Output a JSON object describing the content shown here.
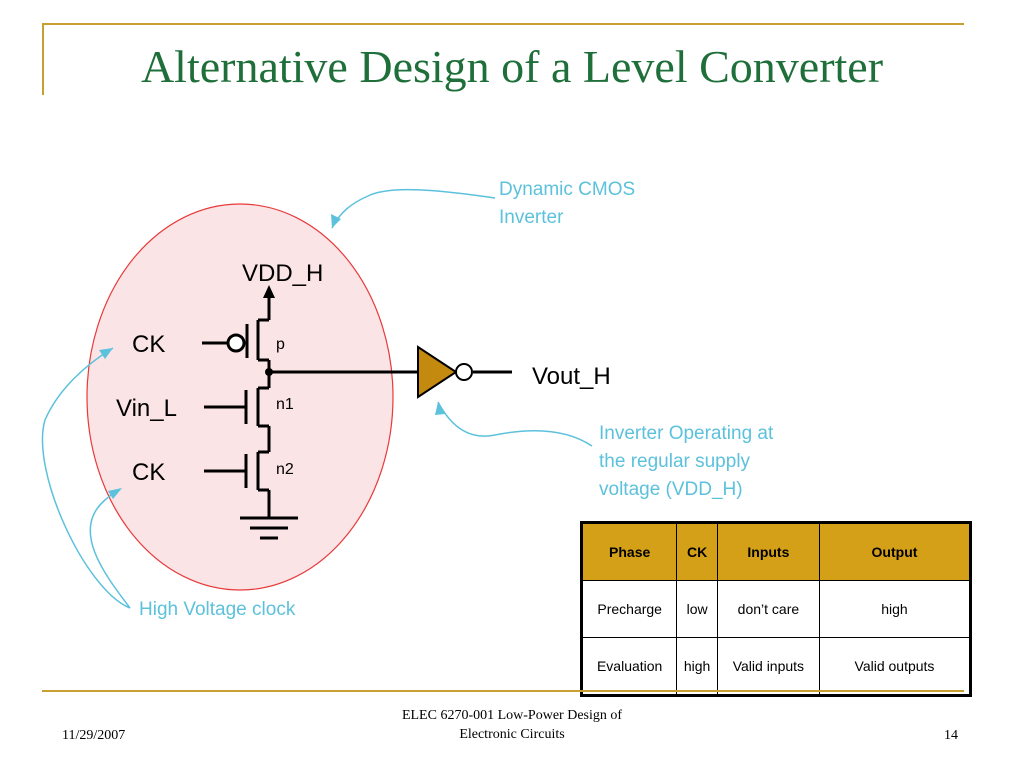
{
  "slide": {
    "title": "Alternative Design of a Level Converter",
    "date": "11/29/2007",
    "course_line1": "ELEC 6270-001 Low-Power Design of",
    "course_line2": "Electronic Circuits",
    "page_number": "14"
  },
  "circuit": {
    "vdd_label": "VDD_H",
    "ck_top_label": "CK",
    "vin_label": "Vin_L",
    "ck_bottom_label": "CK",
    "p_label": "p",
    "n1_label": "n1",
    "n2_label": "n2",
    "vout_label": "Vout_H"
  },
  "callouts": {
    "dynamic_line1": "Dynamic CMOS",
    "dynamic_line2": "Inverter",
    "inverter_line1": "Inverter Operating at",
    "inverter_line2": "the regular supply",
    "inverter_line3": "voltage (VDD_H)",
    "clock": "High Voltage clock"
  },
  "phase_table": {
    "headers": [
      "Phase",
      "CK",
      "Inputs",
      "Output"
    ],
    "rows": [
      [
        "Precharge",
        "low",
        "don’t care",
        "high"
      ],
      [
        "Evaluation",
        "high",
        "Valid inputs",
        "Valid outputs"
      ]
    ]
  },
  "colors": {
    "title": "#1f6f3a",
    "accent_gold": "#c8a032",
    "table_header": "#d4a017",
    "ellipse_fill": "#fbe4e6",
    "ellipse_stroke": "#e83a3a",
    "callout": "#5cc1dc",
    "inverter_fill": "#c48a10"
  }
}
